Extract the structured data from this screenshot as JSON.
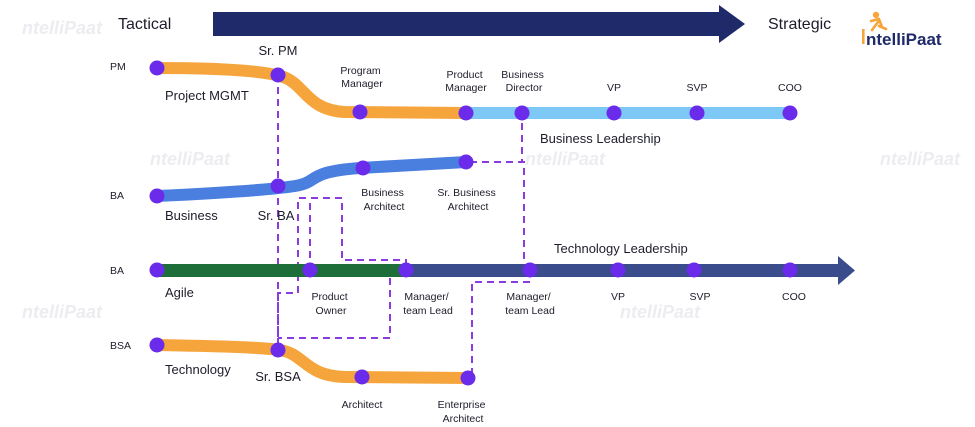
{
  "header": {
    "tactical": "Tactical",
    "strategic": "Strategic",
    "logo_text": "ntelliPaat"
  },
  "watermark": "ntelliPaat",
  "colors": {
    "orange": "#F5A53C",
    "blue": "#4A7FE0",
    "light_blue": "#7EC8F5",
    "green": "#1E6E3A",
    "navy": "#3A4C8C",
    "dark_arrow": "#1F2A6B",
    "node": "#6A2BEA",
    "connector": "#8A3CE0"
  },
  "tracks": {
    "pm": {
      "row_label": "PM",
      "path_label": "Project MGMT",
      "nodes": [
        "Sr. PM",
        "Program Manager",
        "Product Manager",
        "Business Director",
        "VP",
        "SVP",
        "COO"
      ],
      "section_label": "Business Leadership"
    },
    "ba_business": {
      "row_label": "BA",
      "path_label": "Business",
      "nodes": [
        "Sr. BA",
        "Business Architect",
        "Sr. Business Architect"
      ]
    },
    "ba_agile": {
      "row_label": "BA",
      "path_label": "Agile",
      "nodes": [
        "Product Owner",
        "Manager/ team Lead",
        "Manager/ team Lead",
        "VP",
        "SVP",
        "COO"
      ],
      "section_label": "Technology Leadership"
    },
    "bsa": {
      "row_label": "BSA",
      "path_label": "Technology",
      "nodes": [
        "Sr. BSA",
        "Architect",
        "Enterprise Architect"
      ]
    }
  }
}
